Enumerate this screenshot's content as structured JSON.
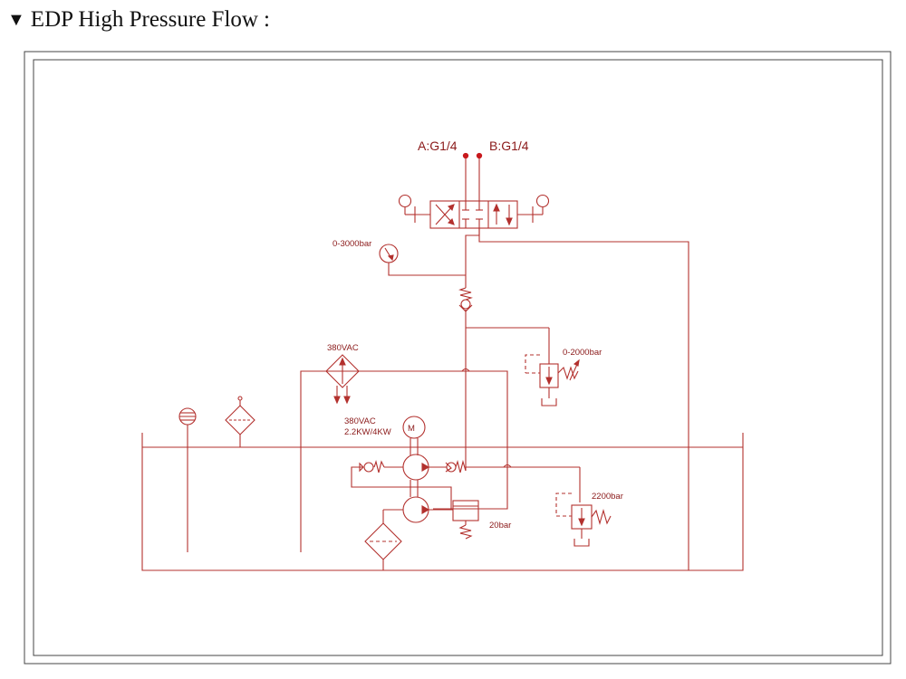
{
  "header": {
    "marker": "▼",
    "title": "EDP High Pressure Flow",
    "colon": ":"
  },
  "colors": {
    "line": "#b3312e",
    "dot": "#c8181c",
    "frame": "#444444",
    "text": "#8b1a1a"
  },
  "labels": {
    "port_a": "A:G1/4",
    "port_b": "B:G1/4",
    "gauge": "0-3000bar",
    "power_cooler": "380VAC",
    "relief_upper": "0-2000bar",
    "motor_voltage": "380VAC",
    "motor_power": "2.2KW/4KW",
    "relief_lower": "2200bar",
    "low_pressure_relief": "20bar",
    "motor_symbol": "M"
  },
  "icons": {
    "header_marker": "triangle-down-icon",
    "gauge": "pressure-gauge-icon",
    "motor": "motor-icon",
    "pump": "pump-icon",
    "check_valve": "check-valve-icon",
    "filter": "filter-icon",
    "cooler": "cooler-icon",
    "relief_valve": "relief-valve-icon",
    "directional_valve": "directional-valve-icon"
  }
}
